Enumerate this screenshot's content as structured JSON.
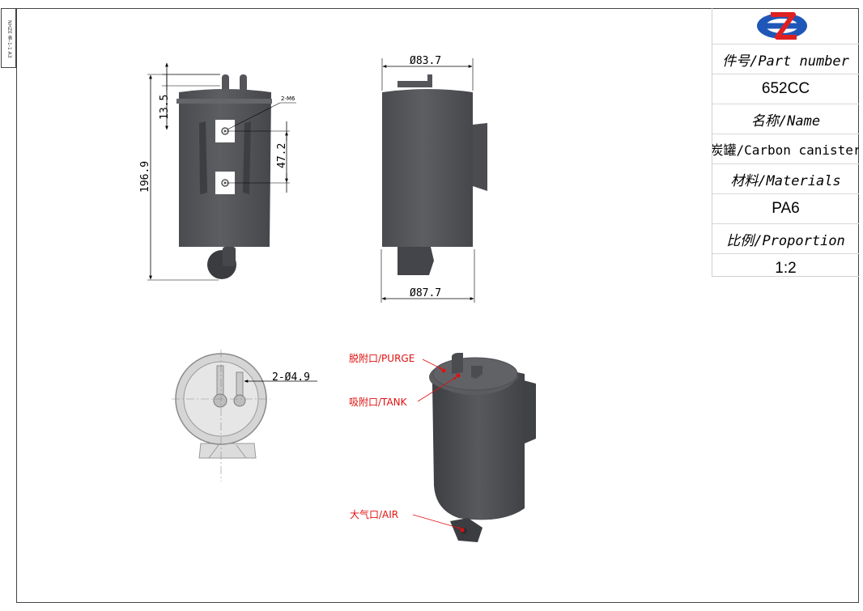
{
  "side_label": "NHZE 表-1-1 A3",
  "title_block": {
    "part_number_label": "件号/Part number",
    "part_number": "652CC",
    "name_label": "名称/Name",
    "name": "炭罐/Carbon canister",
    "materials_label": "材料/Materials",
    "materials": "PA6",
    "proportion_label": "比例/Proportion",
    "proportion": "1:2"
  },
  "dimensions": {
    "front_top_offset": "13.5",
    "front_height": "196.9",
    "front_hole_pitch": "47.2",
    "front_thread": "2-M6",
    "side_top_diameter": "Ø83.7",
    "side_bottom_diameter": "Ø87.7",
    "top_port_diameter": "2-Ø4.9"
  },
  "callouts": {
    "purge": "脱附口/PURGE",
    "tank": "吸附口/TANK",
    "air": "大气口/AIR"
  },
  "colors": {
    "body": "#56575b",
    "body_dark": "#3f4044",
    "body_light": "#6e6f73",
    "dimension": "#000000",
    "callout": "#e01010",
    "logo_blue": "#1f57b8",
    "logo_red": "#e02020"
  }
}
